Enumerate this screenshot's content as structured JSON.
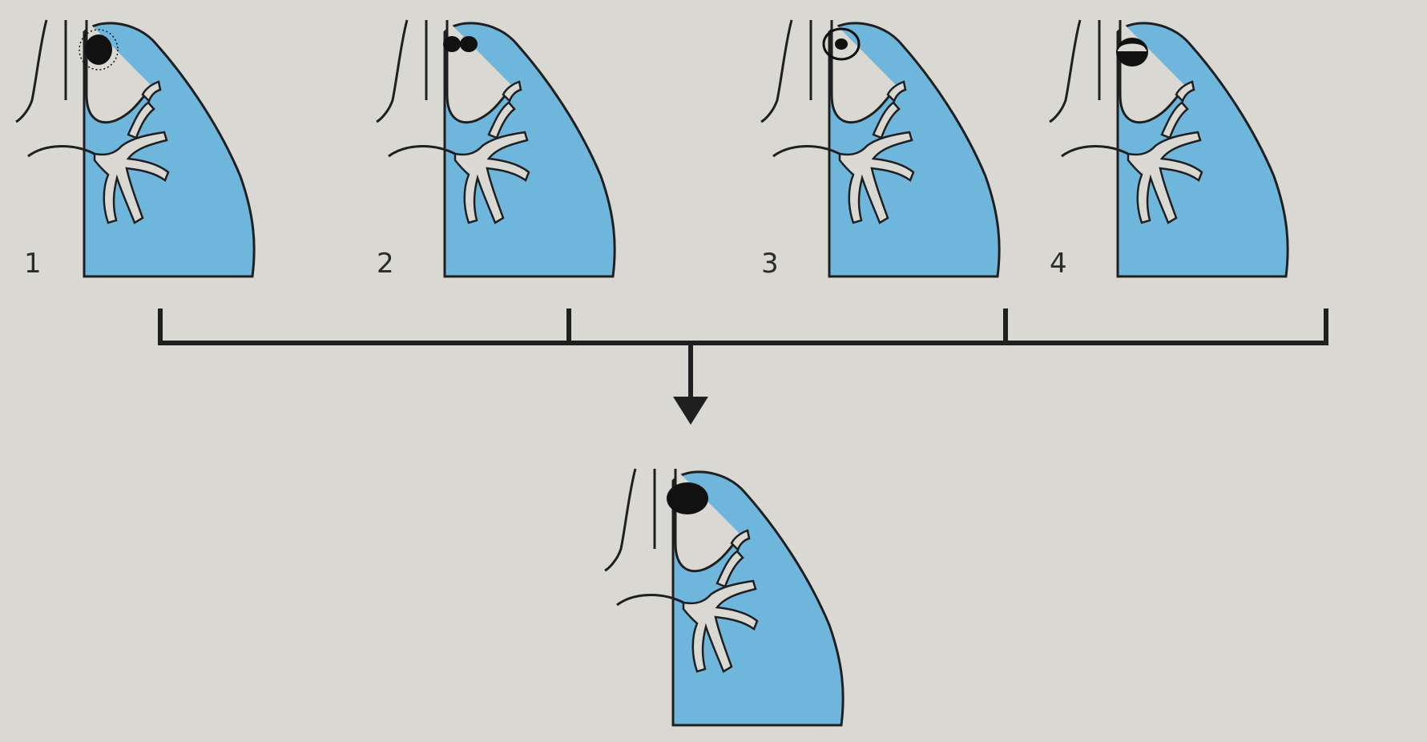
{
  "colors": {
    "lung_fill": "#6fb6dd",
    "outline": "#1f1f1f",
    "background": "#d9d8d3",
    "lesion": "#111111"
  },
  "panels": [
    {
      "label": "1",
      "lesion": "dense-focus"
    },
    {
      "label": "2",
      "lesion": "double-focus"
    },
    {
      "label": "3",
      "lesion": "focus-with-halo"
    },
    {
      "label": "4",
      "lesion": "cavity-with-fluid-level"
    }
  ],
  "result": {
    "label": "",
    "lesion": "round-shadow"
  }
}
